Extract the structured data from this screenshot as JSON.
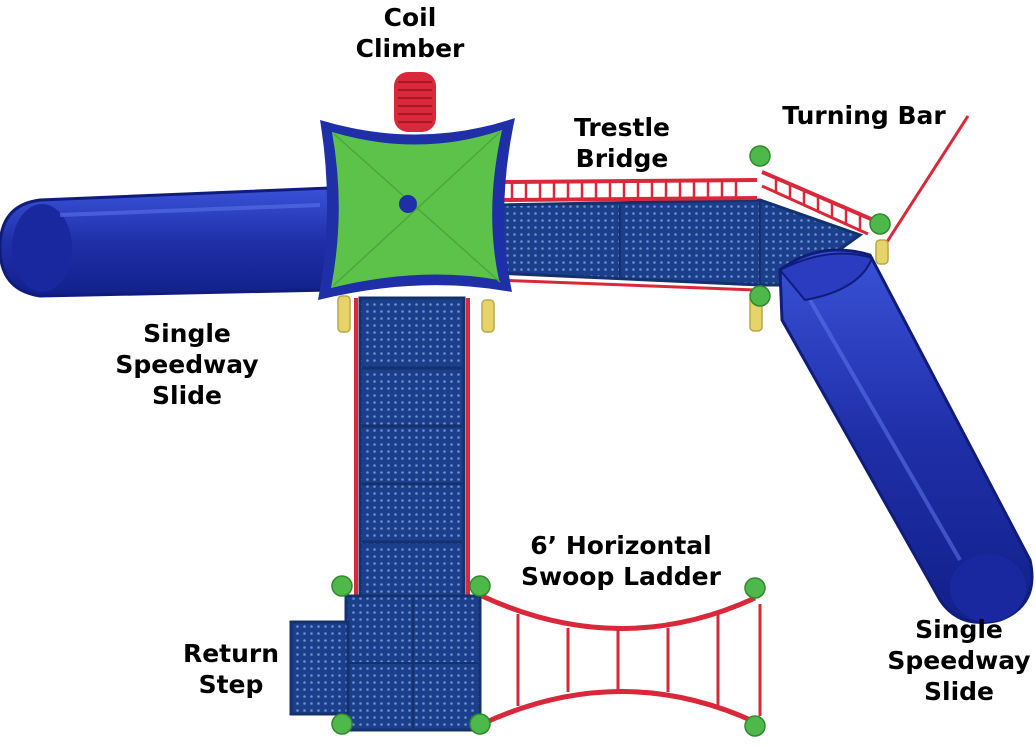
{
  "diagram": {
    "colors": {
      "slide": "#1f2fa8",
      "slide_highlight": "#3a52d8",
      "deck": "#1c3f8c",
      "deck_edge": "#14306e",
      "roof": "#5cc24a",
      "roof_edge": "#1f2fa8",
      "rail": "#d8283a",
      "post": "#e6d36a",
      "cap": "#4fb84a",
      "background": "#ffffff"
    },
    "labels": {
      "coil_climber": [
        "Coil",
        "Climber"
      ],
      "trestle_bridge": [
        "Trestle",
        "Bridge"
      ],
      "turning_bar": [
        "Turning Bar"
      ],
      "single_speedway_slide_left": [
        "Single",
        "Speedway",
        "Slide"
      ],
      "horizontal_swoop_ladder": [
        "6’ Horizontal",
        "Swoop Ladder"
      ],
      "return_step": [
        "Return",
        "Step"
      ],
      "single_speedway_slide_right": [
        "Single",
        "Speedway",
        "Slide"
      ]
    }
  }
}
